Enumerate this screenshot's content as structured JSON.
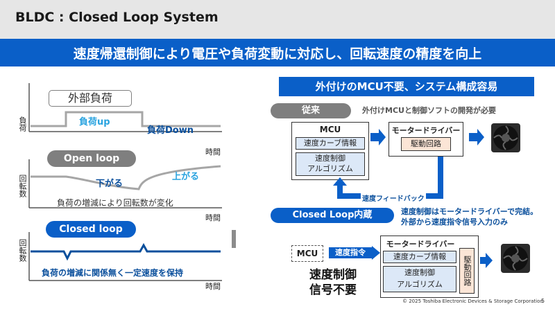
{
  "slide": {
    "title": "BLDC : Closed Loop System",
    "banner": "速度帰還制御により電圧や負荷変動に対応し、回転速度の精度を向上",
    "footer": "© 2025 Toshiba Electronic Devices & Storage Corporation",
    "page_number": "5"
  },
  "left": {
    "load": {
      "header": "外部負荷",
      "y_label": "負荷",
      "up_label": "負荷up",
      "down_label": "負荷Down",
      "x_label": "時間"
    },
    "open_loop": {
      "header": "Open loop",
      "y_label": "回転数",
      "down_label": "下がる",
      "up_label": "上がる",
      "caption": "負荷の増減により回転数が変化",
      "x_label": "時間"
    },
    "closed_loop": {
      "header": "Closed loop",
      "y_label": "回転数",
      "caption": "負荷の増減に関係無く一定速度を保持",
      "x_label": "時間"
    }
  },
  "right": {
    "header": "外付けのMCU不要、システム構成容易",
    "conventional": {
      "tag": "従来",
      "note": "外付けMCUと制御ソフトの開発が必要",
      "mcu_title": "MCU",
      "mcu_item1": "速度カーブ情報",
      "mcu_item2_line1": "速度制御",
      "mcu_item2_line2": "アルゴリズム",
      "driver_title": "モータードライバー",
      "driver_item": "駆動回路",
      "feedback": "速度フィードバック"
    },
    "closed": {
      "tag": "Closed Loop内蔵",
      "note_line1": "速度制御はモータードライバーで完結。",
      "note_line2": "外部から速度指令信号入力のみ",
      "mcu_label": "MCU",
      "command": "速度指令",
      "driver_title": "モータードライバー",
      "item1": "速度カーブ情報",
      "item2_line1": "速度制御",
      "item2_line2": "アルゴリズム",
      "drive_vertical": "駆動回路",
      "big_line1": "速度制御",
      "big_line2": "信号不要"
    }
  },
  "colors": {
    "blue": "#0a5fc8",
    "gray": "#7f7f7f",
    "light": "#dce8f7",
    "cyan": "#29a3df"
  }
}
